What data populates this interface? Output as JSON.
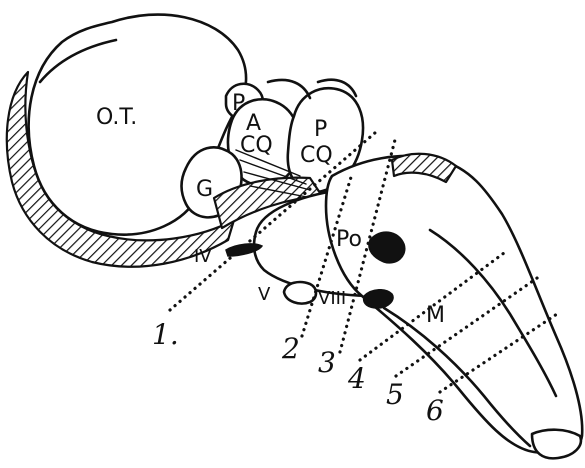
{
  "structure_labels": {
    "optic_tectum": "O.T.",
    "p_upper": "P",
    "a_anterior": "A",
    "cq_anterior": "CQ",
    "p_posterior": "P",
    "cq_posterior": "CQ",
    "g": "G",
    "nerve_iv": "IV",
    "pons": "Po",
    "nerve_v": "V",
    "nerve_viii": "VIII",
    "medulla": "M"
  },
  "section_numbers": [
    "1.",
    "2",
    "3",
    "4",
    "5",
    "6"
  ]
}
